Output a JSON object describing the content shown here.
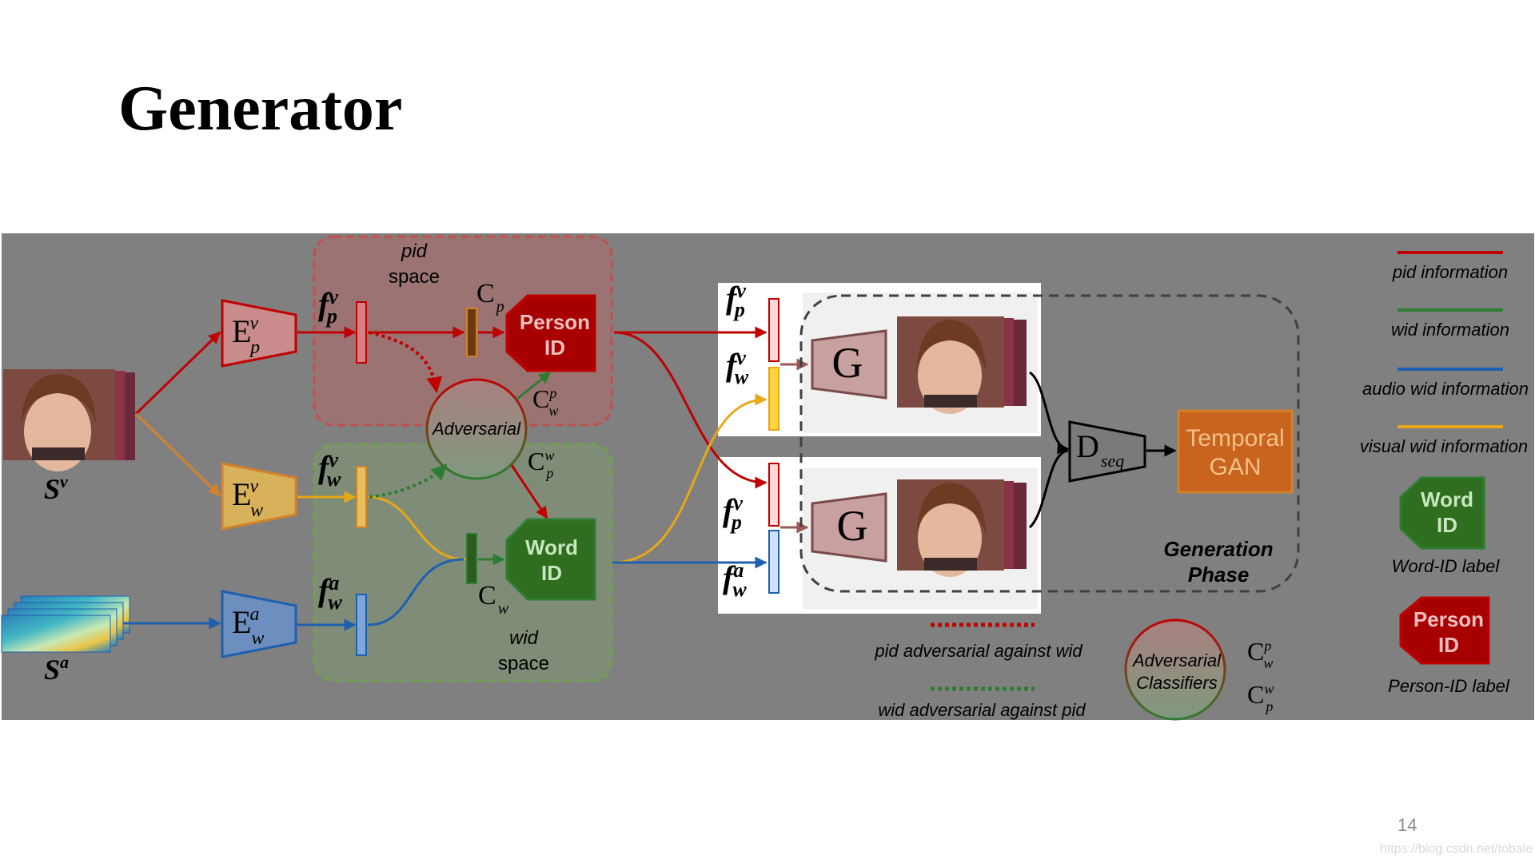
{
  "slide": {
    "title": "Generator",
    "page_number": "14",
    "watermark": "https://blog.csdn.net/tobale"
  },
  "colors": {
    "pid": "#c00000",
    "wid": "#2e7d32",
    "audio": "#1f5fb0",
    "visual": "#e6a817",
    "panel": "#808080",
    "temporal_gan": "#d2691e"
  },
  "diagram": {
    "inputs": {
      "video_label": "S",
      "video_sup": "v",
      "audio_label": "S",
      "audio_sup": "a"
    },
    "encoders": [
      {
        "base": "E",
        "sup": "v",
        "sub": "p"
      },
      {
        "base": "E",
        "sup": "v",
        "sub": "w"
      },
      {
        "base": "E",
        "sup": "a",
        "sub": "w"
      }
    ],
    "features": {
      "fpv": {
        "base": "f",
        "sub": "p",
        "sup": "v"
      },
      "fwv": {
        "base": "f",
        "sub": "w",
        "sup": "v"
      },
      "fwa": {
        "base": "f",
        "sub": "w",
        "sup": "a"
      }
    },
    "spaces": {
      "pid_line1": "pid",
      "pid_line2": "space",
      "wid_line1": "wid",
      "wid_line2": "space"
    },
    "classifiers": {
      "cp": {
        "base": "C",
        "sub": "p"
      },
      "cw": {
        "base": "C",
        "sub": "w"
      },
      "cwp": {
        "base": "C",
        "sub": "w",
        "sup": "p"
      },
      "cpw": {
        "base": "C",
        "sub": "p",
        "sup": "w"
      }
    },
    "id_blocks": {
      "person_line1": "Person",
      "person_line2": "ID",
      "word_line1": "Word",
      "word_line2": "ID"
    },
    "adversarial": "Adversarial",
    "generator_label": "G",
    "discriminator": {
      "base": "D",
      "sub": "seq"
    },
    "temporal_gan_line1": "Temporal",
    "temporal_gan_line2": "GAN",
    "generation_phase_line1": "Generation",
    "generation_phase_line2": "Phase"
  },
  "legend": {
    "pid_information": "pid information",
    "wid_information": "wid information",
    "audio_wid_information": "audio wid information",
    "visual_wid_information": "visual wid information",
    "word_id_line1": "Word",
    "word_id_line2": "ID",
    "word_id_label": "Word-ID label",
    "person_id_line1": "Person",
    "person_id_line2": "ID",
    "person_id_label": "Person-ID label",
    "pid_adversarial": "pid adversarial against wid",
    "wid_adversarial": "wid adversarial against pid",
    "adversarial_classifiers_line1": "Adversarial",
    "adversarial_classifiers_line2": "Classifiers",
    "cwp": {
      "base": "C",
      "sub": "w",
      "sup": "p"
    },
    "cpw": {
      "base": "C",
      "sub": "p",
      "sup": "w"
    }
  }
}
